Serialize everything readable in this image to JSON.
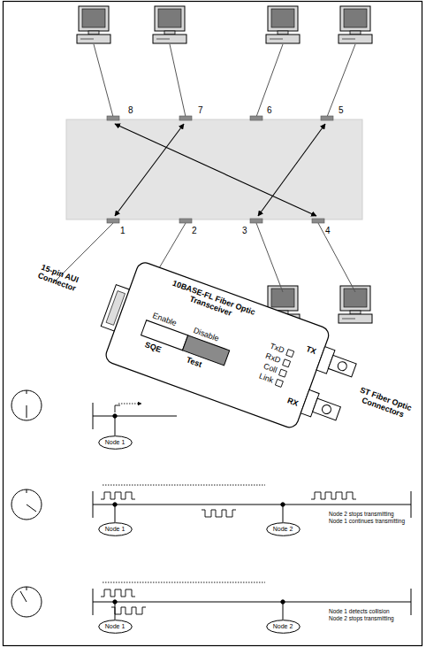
{
  "diagram": {
    "nodes": [
      {
        "text": [
          "Node 1"
        ]
      },
      {
        "text": [
          "Node 1"
        ]
      },
      {
        "text": [
          "Node 2"
        ]
      },
      {
        "text": [
          "Node 1"
        ]
      },
      {
        "text": [
          "Node 2"
        ]
      }
    ],
    "labels": [
      "8",
      "7",
      "6",
      "5",
      "1",
      "2",
      "3",
      "4",
      "15-pin AUI Connector",
      "10BASE-FL Fiber Optic Transceiver",
      "Enable",
      "Disable",
      "SQE",
      "Test",
      "TxD",
      "RxD",
      "Coll",
      "Link",
      "TX",
      "RX",
      "ST Fiber Optic Connectors",
      "Node 2 stops transmitting",
      "Node 1 continues transmitting",
      "Node 1 detects collision",
      "Node 2 stops transmitting"
    ]
  }
}
